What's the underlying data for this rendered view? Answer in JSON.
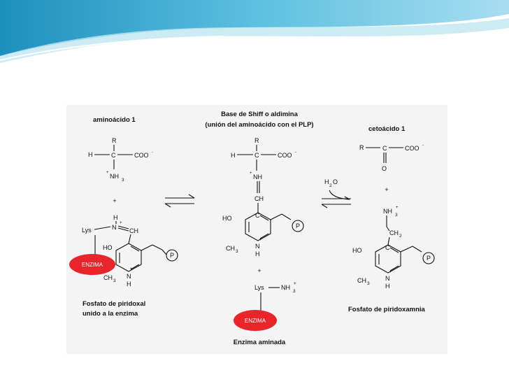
{
  "labels": {
    "aa1": "aminoácido 1",
    "shiff_title": "Base de Shiff o aldimina",
    "shiff_sub": "(unión del aminoácido con el PLP)",
    "keto1": "cetoácido 1",
    "plp_caption_1": "Fosfato de piridoxal",
    "plp_caption_2": "unido a la enzima",
    "pmp_caption": "Fosfato de piridoxamnia",
    "enz_caption": "Enzima aminada",
    "enzima": "ENZIMA",
    "water": "H",
    "water_sub": "2",
    "water_o": "O"
  },
  "atoms": {
    "R": "R",
    "H": "H",
    "C": "C",
    "O": "O",
    "N": "N",
    "P": "P",
    "COO": "COO",
    "minus": "-",
    "plus": "+",
    "NH": "NH",
    "NH3": "NH",
    "three": "3",
    "CH": "CH",
    "CH2": "CH",
    "two": "2",
    "HO": "HO",
    "CH3": "CH",
    "Lys": "Lys"
  },
  "colors": {
    "enzyme": "#e8252b",
    "banner_dark": "#2b9ec9",
    "banner_light": "#bfe6f3"
  }
}
